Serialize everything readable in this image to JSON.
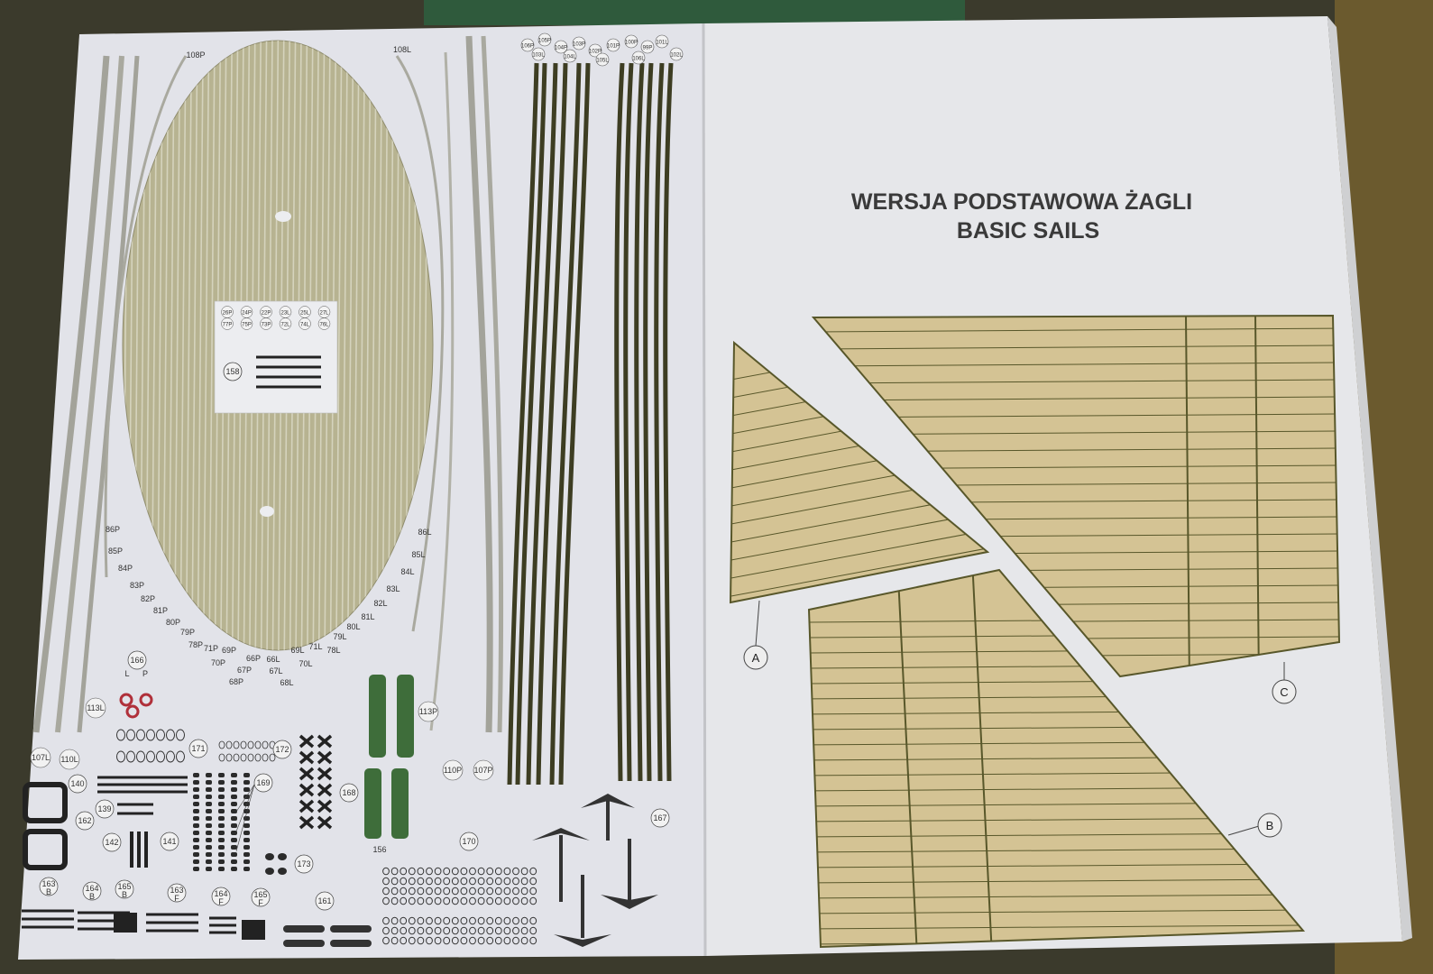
{
  "right_page": {
    "title_line1": "WERSJA PODSTAWOWA ŻAGLI",
    "title_line2": "BASIC SAILS",
    "sail_labels": [
      "A",
      "B",
      "C"
    ]
  },
  "left_page": {
    "deck_center_label": "158",
    "deck_box_labels": [
      "26P",
      "24P",
      "22P",
      "23L",
      "25L",
      "27L",
      "77P",
      "75P",
      "73P",
      "72L",
      "74L",
      "76L"
    ],
    "top_labels": [
      "108P",
      "108L"
    ],
    "rim_labels_left": [
      "86P",
      "85P",
      "84P",
      "83P",
      "82P",
      "81P",
      "80P",
      "79P",
      "78P",
      "71P",
      "69P",
      "70P",
      "66P",
      "67P",
      "68P"
    ],
    "rim_labels_right": [
      "86L",
      "85L",
      "84L",
      "83L",
      "82L",
      "81L",
      "80L",
      "79L",
      "78L",
      "71L",
      "69L",
      "70L",
      "66L",
      "67L",
      "68L"
    ],
    "strip_bottom_labels": [
      "107L",
      "110L",
      "113L",
      "113P",
      "110P",
      "107P"
    ],
    "mast_top_labels": [
      "106P",
      "105P",
      "104P",
      "103P",
      "102P",
      "101P",
      "100P",
      "99P",
      "101L",
      "102L",
      "103L",
      "104L",
      "105L",
      "106L"
    ],
    "small_parts": {
      "p166": "166",
      "p166_sides": [
        "L",
        "P"
      ],
      "p171": "171",
      "p172": "172",
      "p140": "140",
      "p139": "139",
      "p169": "169",
      "p168": "168",
      "p162": "162",
      "p142": "142",
      "p141": "141",
      "p173": "173",
      "p170": "170",
      "p167": "167",
      "p156": "156",
      "p161": "161",
      "bottom_row": [
        {
          "num": "163",
          "sub": "B"
        },
        {
          "num": "164",
          "sub": "B"
        },
        {
          "num": "165",
          "sub": "B"
        },
        {
          "num": "163",
          "sub": "F"
        },
        {
          "num": "164",
          "sub": "F"
        },
        {
          "num": "165",
          "sub": "F"
        }
      ]
    }
  },
  "colors": {
    "paper": "#e4e5ea",
    "sail_fill": "#d4c394",
    "sail_line": "#58572a",
    "deck_fill": "#b7b391",
    "dark_strip": "#3d3d22",
    "green_part": "#3e6d3a",
    "background": "#3b3a2c"
  }
}
